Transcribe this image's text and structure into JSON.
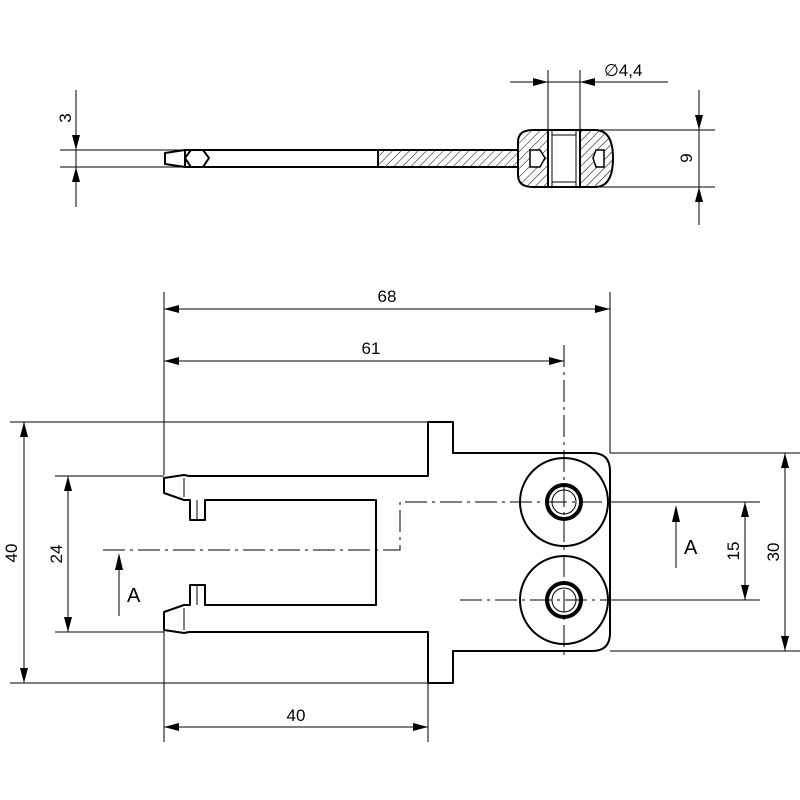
{
  "drawing": {
    "diameter_label": "∅4,4",
    "side_view": {
      "thickness_label": "3",
      "height_label": "9"
    },
    "top_view": {
      "overall_length_label": "68",
      "hole_center_label": "61",
      "overall_width_label": "40",
      "inner_slot_label": "24",
      "body_height_label": "30",
      "hole_spacing_label": "15",
      "prong_length_label": "40",
      "section_left_label": "A",
      "section_right_label": "A"
    }
  }
}
